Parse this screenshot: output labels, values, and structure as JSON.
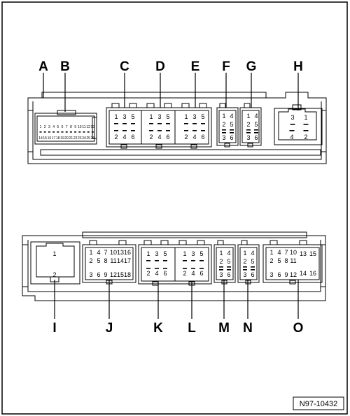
{
  "top_labels": [
    "A",
    "B",
    "C",
    "D",
    "E",
    "F",
    "G",
    "H"
  ],
  "bottom_labels": [
    "I",
    "J",
    "K",
    "L",
    "M",
    "N",
    "O"
  ],
  "pins": {
    "top": {
      "C": [
        "1",
        "3",
        "5",
        "2",
        "4",
        "6"
      ],
      "D": [
        "1",
        "3",
        "5",
        "2",
        "4",
        "6"
      ],
      "E": [
        "1",
        "3",
        "5",
        "2",
        "4",
        "6"
      ],
      "F": [
        "1",
        "4",
        "2",
        "5",
        "3",
        "6"
      ],
      "G": [
        "1",
        "4",
        "2",
        "5",
        "3",
        "6"
      ],
      "H": [
        "3",
        "1",
        "4",
        "2"
      ]
    },
    "bottom": {
      "I": [
        "1",
        "2"
      ],
      "J": [
        "1",
        "4",
        "7",
        "10",
        "13",
        "16",
        "2",
        "5",
        "8",
        "11",
        "14",
        "17",
        "3",
        "6",
        "9",
        "12",
        "15",
        "18"
      ],
      "K": [
        "1",
        "3",
        "5",
        "2",
        "4",
        "6"
      ],
      "L": [
        "1",
        "3",
        "5",
        "2",
        "4",
        "6"
      ],
      "M": [
        "1",
        "4",
        "2",
        "5",
        "3",
        "6"
      ],
      "N": [
        "1",
        "4",
        "2",
        "5",
        "3",
        "6"
      ],
      "O": [
        "1",
        "4",
        "7",
        "10",
        "13",
        "15",
        "2",
        "5",
        "8",
        "11",
        "3",
        "6",
        "9",
        "12",
        "14",
        "16"
      ]
    },
    "B_row1": [
      "1",
      "2",
      "3",
      "4",
      "5",
      "6",
      "7",
      "8",
      "9",
      "10",
      "11",
      "12",
      "13"
    ],
    "B_row2": [
      "14",
      "15",
      "16",
      "17",
      "18",
      "19",
      "20",
      "21",
      "22",
      "23",
      "24",
      "25",
      "26"
    ]
  },
  "figure_ref": "N97-10432"
}
